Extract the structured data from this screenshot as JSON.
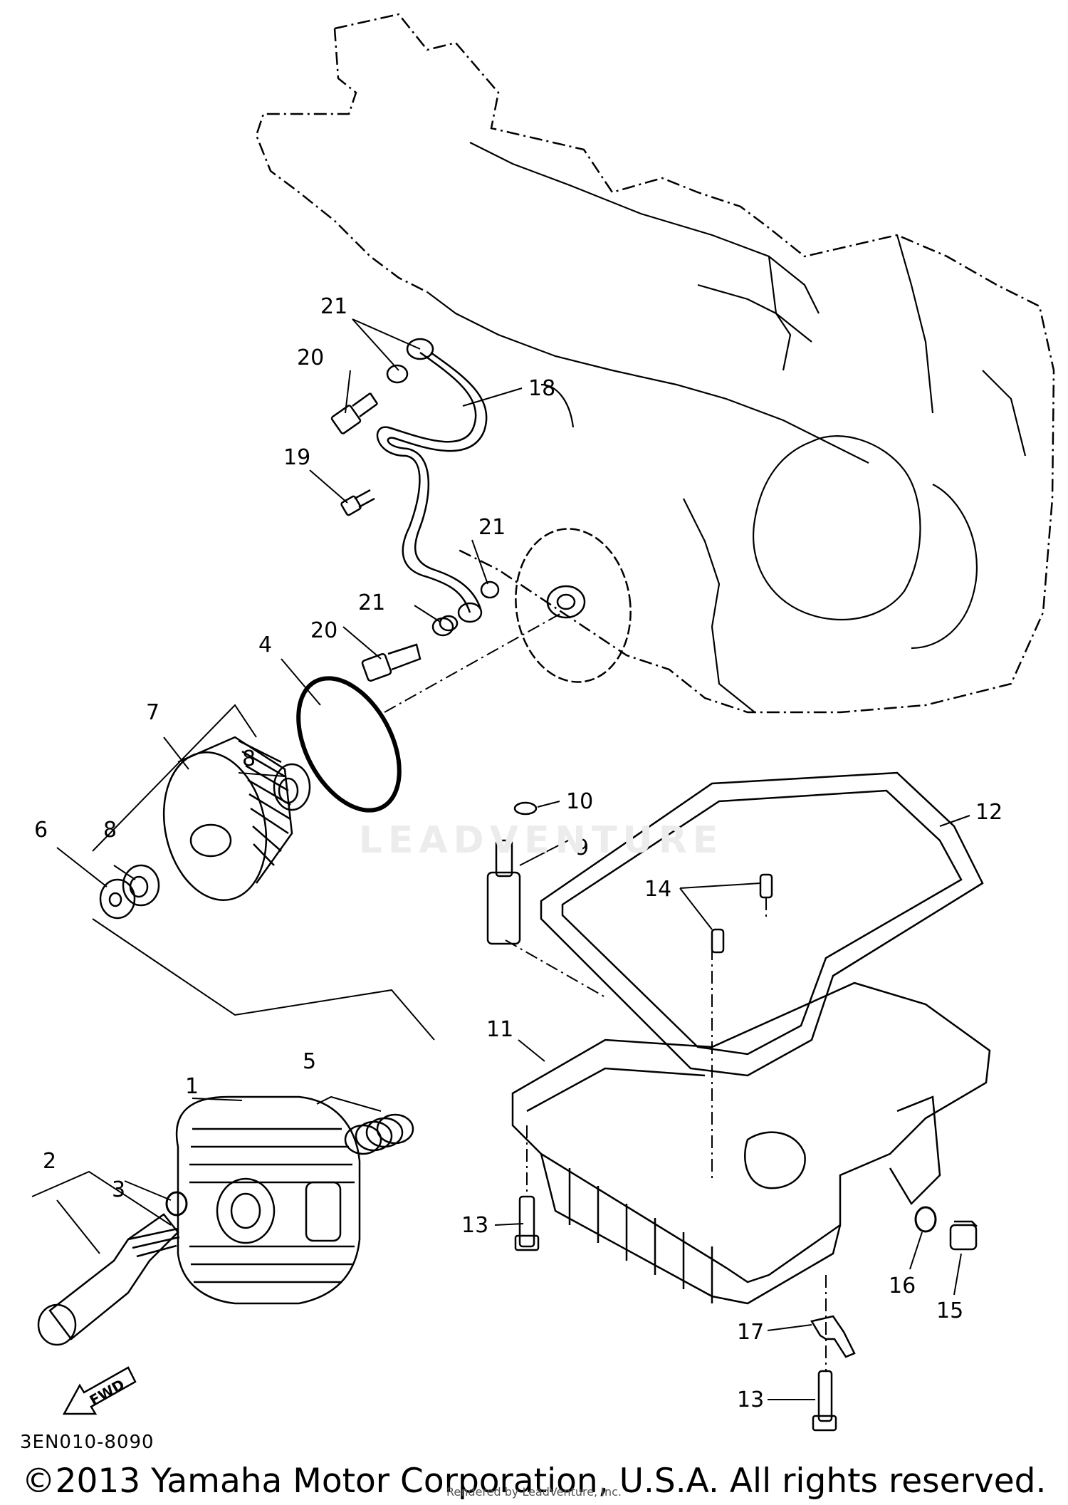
{
  "diagram_code": "3EN010-8090",
  "copyright": "©2013 Yamaha Motor Corporation, U.S.A. All rights reserved.",
  "rendered_by": "Rendered by LeadVenture, Inc.",
  "watermark": "LEADVENTURE",
  "fwd_label": "FWD",
  "callouts": [
    "1",
    "2",
    "3",
    "4",
    "5",
    "6",
    "7",
    "8",
    "8",
    "9",
    "10",
    "11",
    "12",
    "13",
    "13",
    "14",
    "15",
    "16",
    "17",
    "18",
    "19",
    "20",
    "20",
    "21",
    "21",
    "21"
  ]
}
